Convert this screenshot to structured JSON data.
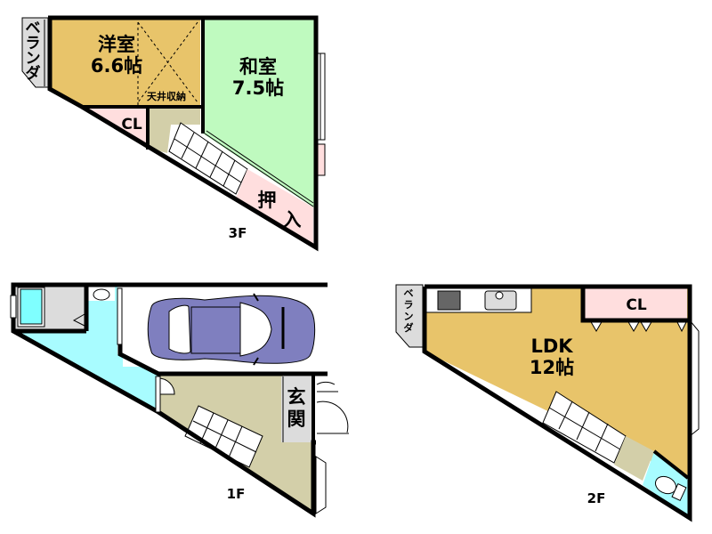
{
  "colors": {
    "western_room": "#E8C46A",
    "japanese_room": "#BFFABF",
    "closet": "#FFDEDE",
    "hall": "#D3CFA9",
    "bath_wet": "#A8FCFF",
    "bathtub": "#7FFFFF",
    "gray_area": "#DCDCDC",
    "ldk": "#E8C46A",
    "car": "#7F7FBF",
    "wall": "#000000"
  },
  "floors": {
    "f3": {
      "label": "3F",
      "rooms": {
        "western": {
          "name": "洋室",
          "size": "6.6帖"
        },
        "attic_storage": "天井収納",
        "japanese": {
          "name": "和室",
          "size": "7.5帖"
        },
        "closet": "CL",
        "oshiire_1": "押",
        "oshiire_2": "入",
        "veranda": [
          "ベ",
          "ラ",
          "ン",
          "ダ"
        ]
      }
    },
    "f1": {
      "label": "1F",
      "rooms": {
        "entrance_1": "玄",
        "entrance_2": "関"
      }
    },
    "f2": {
      "label": "2F",
      "rooms": {
        "ldk": {
          "name": "LDK",
          "size": "12帖"
        },
        "closet": "CL",
        "veranda": [
          "ベ",
          "ラ",
          "ン",
          "ダ"
        ]
      }
    }
  }
}
